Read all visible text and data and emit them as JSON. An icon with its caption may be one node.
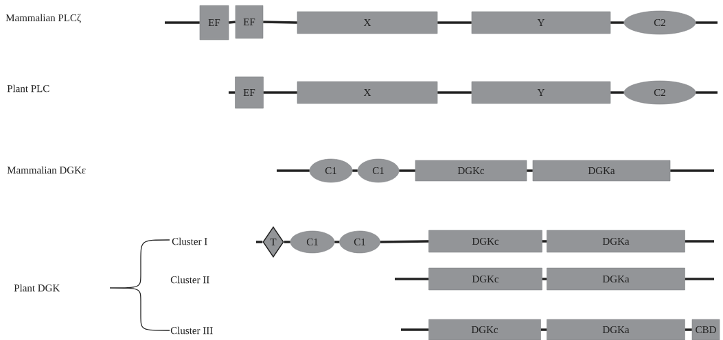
{
  "diagram": {
    "nodes": [
      {
        "text": [
          "EF"
        ]
      },
      {
        "text": [
          "EF"
        ]
      },
      {
        "text": [
          "X"
        ]
      },
      {
        "text": [
          "Y"
        ]
      },
      {
        "text": [
          "C2"
        ]
      },
      {
        "text": [
          "EF"
        ]
      },
      {
        "text": [
          "X"
        ]
      },
      {
        "text": [
          "Y"
        ]
      },
      {
        "text": [
          "C2"
        ]
      },
      {
        "text": [
          "C1"
        ]
      },
      {
        "text": [
          "C1"
        ]
      },
      {
        "text": [
          "DGKc"
        ]
      },
      {
        "text": [
          "DGKa"
        ]
      },
      {
        "text": [
          "T"
        ]
      },
      {
        "text": [
          "C1"
        ]
      },
      {
        "text": [
          "C1"
        ]
      },
      {
        "text": [
          "DGKc"
        ]
      },
      {
        "text": [
          "DGKa"
        ]
      },
      {
        "text": [
          "DGKc"
        ]
      },
      {
        "text": [
          "DGKa"
        ]
      },
      {
        "text": [
          "DGKc"
        ]
      },
      {
        "text": [
          "DGKa"
        ]
      },
      {
        "text": [
          "CBD"
        ]
      }
    ],
    "edges": [
      {
        "from": null,
        "to": 0,
        "arrow": "none"
      },
      {
        "from": 0,
        "to": 1,
        "arrow": "none"
      },
      {
        "from": 1,
        "to": 2,
        "arrow": "none"
      },
      {
        "from": 2,
        "to": 3,
        "arrow": "none"
      },
      {
        "from": 3,
        "to": 4,
        "arrow": "none"
      },
      {
        "from": 4,
        "to": null,
        "arrow": "none"
      },
      {
        "from": null,
        "to": 5,
        "arrow": "none"
      },
      {
        "from": 5,
        "to": 6,
        "arrow": "none"
      },
      {
        "from": 6,
        "to": 7,
        "arrow": "none"
      },
      {
        "from": 7,
        "to": 8,
        "arrow": "none"
      },
      {
        "from": 8,
        "to": null,
        "arrow": "none"
      },
      {
        "from": null,
        "to": 9,
        "arrow": "none"
      },
      {
        "from": 9,
        "to": 10,
        "arrow": "none"
      },
      {
        "from": 10,
        "to": 11,
        "arrow": "none"
      },
      {
        "from": 11,
        "to": 12,
        "arrow": "none"
      },
      {
        "from": 12,
        "to": null,
        "arrow": "none"
      },
      {
        "from": null,
        "to": 13,
        "arrow": "none"
      },
      {
        "from": 13,
        "to": 14,
        "arrow": "none"
      },
      {
        "from": 14,
        "to": 15,
        "arrow": "none"
      },
      {
        "from": 15,
        "to": 16,
        "arrow": "none"
      },
      {
        "from": 16,
        "to": 17,
        "arrow": "none"
      },
      {
        "from": 17,
        "to": null,
        "arrow": "none"
      },
      {
        "from": null,
        "to": 18,
        "arrow": "none"
      },
      {
        "from": 18,
        "to": 19,
        "arrow": "none"
      },
      {
        "from": 19,
        "to": null,
        "arrow": "none"
      },
      {
        "from": null,
        "to": 20,
        "arrow": "none"
      },
      {
        "from": 20,
        "to": 21,
        "arrow": "none"
      },
      {
        "from": 21,
        "to": 22,
        "arrow": "none"
      }
    ],
    "labels": [
      "Mammalian PLCζ",
      "Plant PLC",
      "Mammalian DGKε",
      "Cluster I",
      "Cluster II",
      "Plant DGK",
      "Cluster III"
    ]
  }
}
